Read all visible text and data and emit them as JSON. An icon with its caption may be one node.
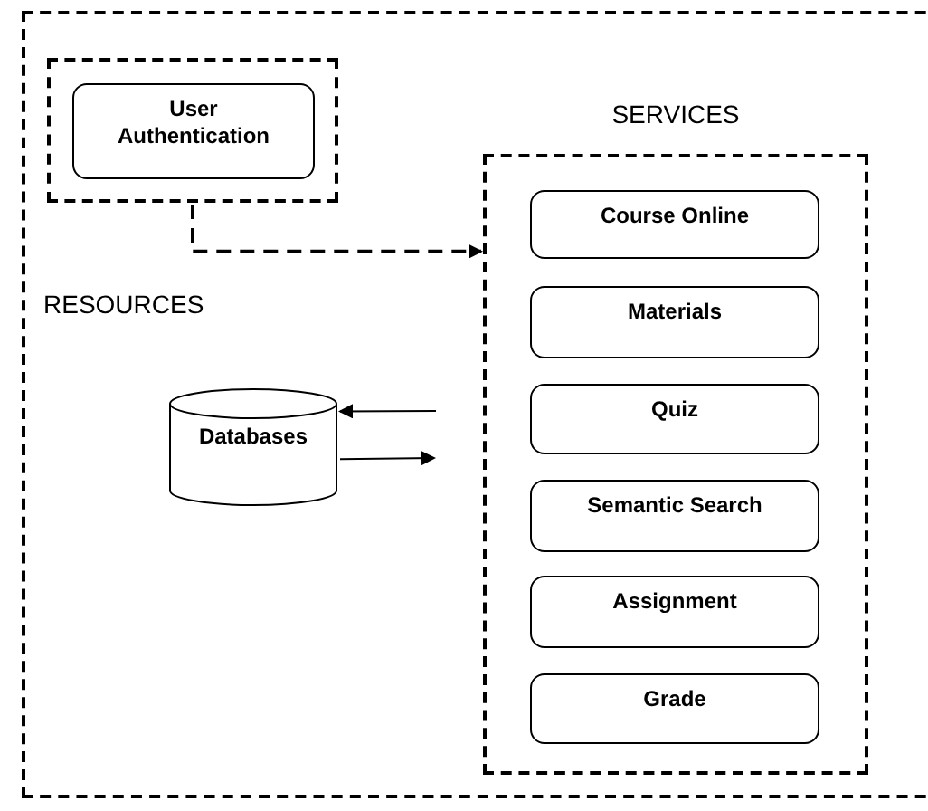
{
  "diagram": {
    "nodes": [
      {
        "text": [],
        "shape": "box"
      },
      {
        "text": [],
        "shape": "box",
        "in": 0
      },
      {
        "text": [
          "User Authentication"
        ],
        "in": 1
      },
      {
        "text": [
          "SERVICES"
        ],
        "in": 0
      },
      {
        "text": [
          "Course Online"
        ],
        "in": 3
      },
      {
        "text": [
          "Materials"
        ],
        "in": 3
      },
      {
        "text": [
          "Quiz"
        ],
        "in": 3
      },
      {
        "text": [
          "Semantic Search"
        ],
        "in": 3
      },
      {
        "text": [
          "Assignment"
        ],
        "in": 3
      },
      {
        "text": [
          "Grade"
        ],
        "in": 3
      },
      {
        "text": [
          "Databases"
        ],
        "in": 0
      }
    ],
    "edges": [
      {
        "from": 1,
        "to": 3,
        "arrow": "to",
        "style": "dashed"
      },
      {
        "from": null,
        "to": 10,
        "arrow": "to"
      },
      {
        "from": 10,
        "to": null,
        "arrow": "to"
      }
    ],
    "labels": [
      "RESOURCES"
    ]
  }
}
